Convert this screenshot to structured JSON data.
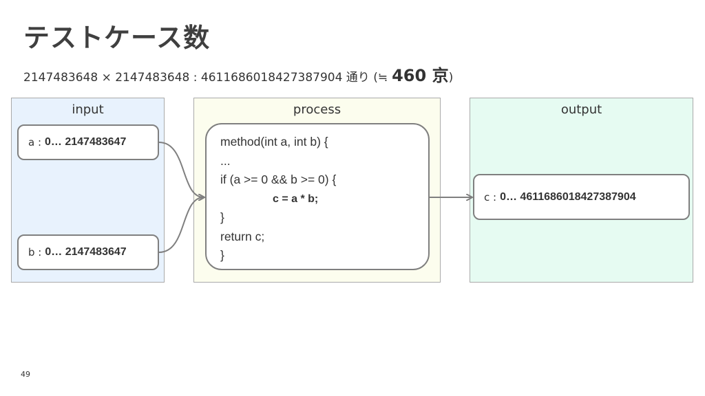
{
  "title": "テストケース数",
  "subtitle": {
    "text": "2147483648 × 2147483648 : 4611686018427387904 通り (≒",
    "big": "460 京",
    "close": ")"
  },
  "panels": {
    "input": "input",
    "process": "process",
    "output": "output"
  },
  "inputs": [
    {
      "label": "a :",
      "range": "0… 2147483647"
    },
    {
      "label": "b :",
      "range": "0… 2147483647"
    }
  ],
  "output": {
    "label": "c :",
    "range": "0… 4611686018427387904"
  },
  "code": {
    "lines": [
      "method(int a, int b) {",
      "...",
      "if (a >= 0 && b >= 0) {",
      "c = a * b;",
      "}",
      "return c;",
      "}"
    ]
  },
  "page_number": "49",
  "colors": {
    "input_bg": "#e8f2fd",
    "process_bg": "#fcfdee",
    "output_bg": "#e6fbf2",
    "arrow": "#7f7f7f"
  }
}
